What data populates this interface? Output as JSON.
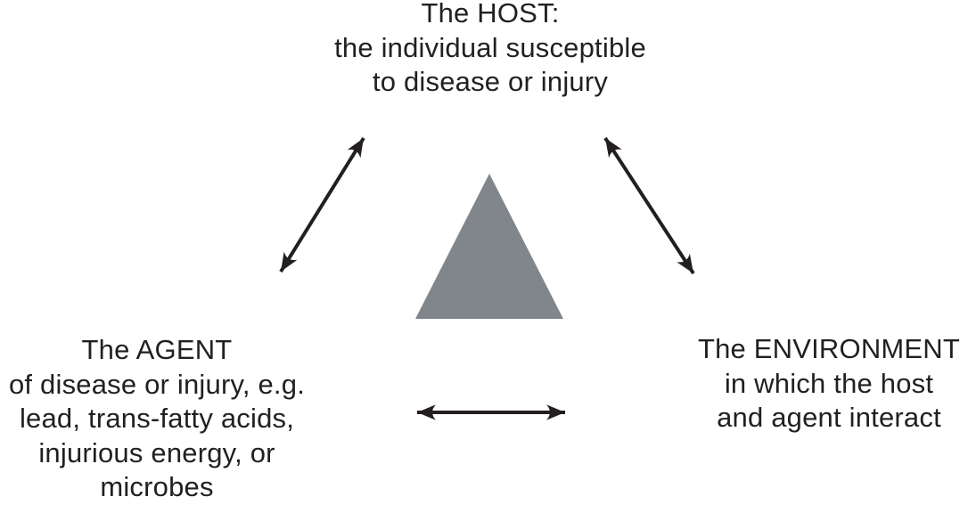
{
  "colors": {
    "background": "#FFFFFF",
    "text": "#231F20",
    "triangle_fill": "#80868B",
    "arrow": "#231F20"
  },
  "nodes": {
    "host": {
      "lines": [
        "The HOST:",
        "the individual susceptible",
        "to disease or injury"
      ]
    },
    "agent": {
      "lines": [
        "The AGENT",
        "of disease or injury, e.g.",
        "lead, trans-fatty acids,",
        "injurious energy, or",
        "microbes"
      ]
    },
    "environment": {
      "lines": [
        "The ENVIRONMENT",
        "in which the host",
        "and agent interact"
      ]
    }
  }
}
